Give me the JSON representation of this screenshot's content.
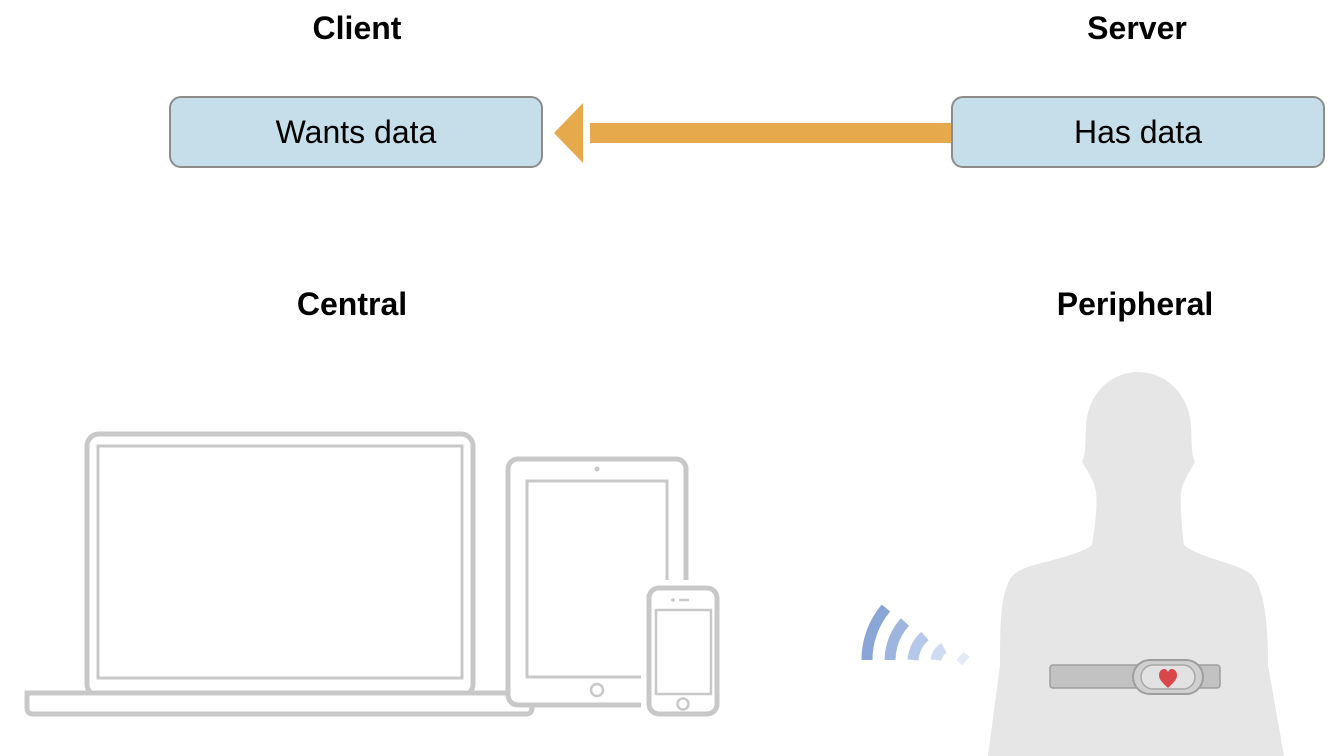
{
  "headings": {
    "client": "Client",
    "server": "Server",
    "central": "Central",
    "peripheral": "Peripheral"
  },
  "boxes": {
    "client": "Wants data",
    "server": "Has data"
  },
  "colors": {
    "box_fill": "#c5dee9",
    "box_border": "#8c8c8c",
    "arrow": "#e6a94b",
    "device_outline": "#c8c8c8",
    "silhouette": "#e6e6e6",
    "signal": "#8aa6d6",
    "heart": "#d9474b"
  },
  "illustrations": {
    "arrow": "arrow-left-icon",
    "central_devices": [
      "laptop-icon",
      "tablet-icon",
      "phone-icon"
    ],
    "peripheral": "heart-rate-monitor-person-icon",
    "signal": "wireless-signal-icon"
  }
}
